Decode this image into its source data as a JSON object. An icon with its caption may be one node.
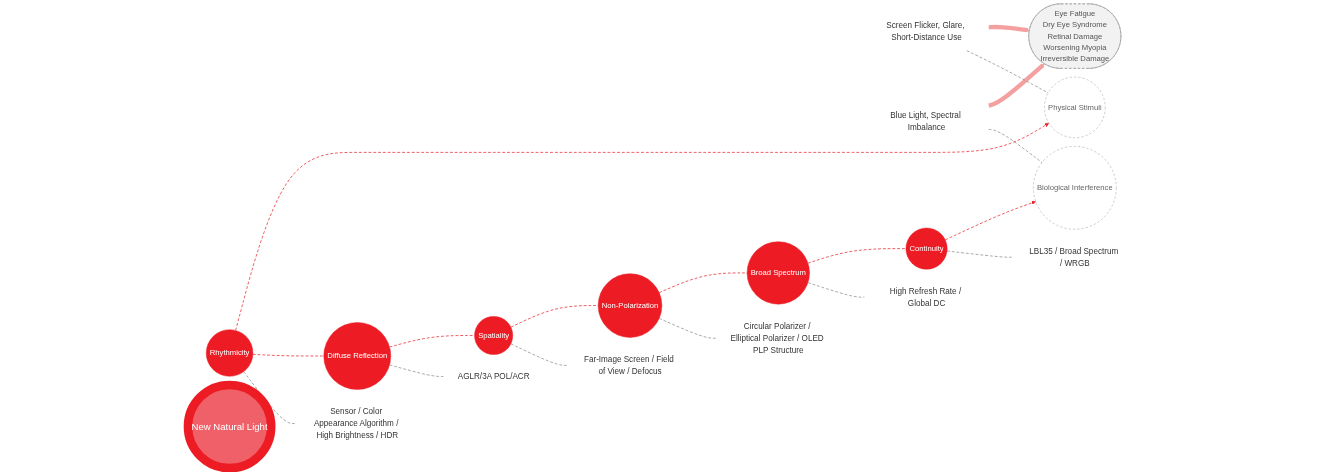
{
  "diagram": {
    "nodes": [
      {
        "text": [
          "Screen Flicker, Glare, Short-Distance Use"
        ]
      },
      {
        "text": [
          "Eye Fatigue",
          "Dry Eye Syndrome",
          "Retinal Damage",
          "Worsening Myopia",
          "Irreversible Damage"
        ]
      },
      {
        "text": [
          "Blue Light, Spectral Imbalance"
        ]
      },
      {
        "text": [
          "Physical Stimuli"
        ]
      },
      {
        "text": [
          "Biological Interference"
        ]
      },
      {
        "text": [
          "New Natural Light"
        ]
      },
      {
        "text": [
          "Rhythmicity"
        ]
      },
      {
        "text": [
          "Diffuse Reflection"
        ]
      },
      {
        "text": [
          "Spatiality"
        ]
      },
      {
        "text": [
          "Non-Polarization"
        ]
      },
      {
        "text": [
          "Broad Spectrum"
        ]
      },
      {
        "text": [
          "Continuity"
        ]
      },
      {
        "text": [
          "Sensor / Color Appearance Algorithm / High Brightness / HDR"
        ]
      },
      {
        "text": [
          "AGLR/3A POL/ACR"
        ]
      },
      {
        "text": [
          "Far-Image Screen / Field of View / Defocus"
        ]
      },
      {
        "text": [
          "Circular Polarizer / Elliptical Polarizer / OLED PLP Structure"
        ]
      },
      {
        "text": [
          "High Refresh Rate / Global DC"
        ]
      },
      {
        "text": [
          "LBL35 / Broad Spectrum / WRGB"
        ]
      }
    ],
    "edges": [
      {
        "from": 0,
        "to": 1,
        "arrow": "to",
        "style": "thick",
        "color": "#f4a0a0"
      },
      {
        "from": 2,
        "to": 1,
        "arrow": "to",
        "style": "thick",
        "color": "#f4a0a0"
      },
      {
        "from": 0,
        "to": 3,
        "arrow": "none",
        "style": "dashed"
      },
      {
        "from": 2,
        "to": 4,
        "arrow": "none",
        "style": "dashed"
      },
      {
        "from": 6,
        "to": 3,
        "arrow": "to",
        "style": "dashed",
        "color": "#e52129"
      },
      {
        "from": 6,
        "to": 7,
        "arrow": "none",
        "style": "dashed",
        "color": "#e52129"
      },
      {
        "from": 7,
        "to": 8,
        "arrow": "none",
        "style": "dashed",
        "color": "#e52129"
      },
      {
        "from": 8,
        "to": 9,
        "arrow": "none",
        "style": "dashed",
        "color": "#e52129"
      },
      {
        "from": 9,
        "to": 10,
        "arrow": "none",
        "style": "dashed",
        "color": "#e52129"
      },
      {
        "from": 10,
        "to": 11,
        "arrow": "none",
        "style": "dashed",
        "color": "#e52129"
      },
      {
        "from": 11,
        "to": 4,
        "arrow": "to",
        "style": "dashed",
        "color": "#e52129"
      },
      {
        "from": 6,
        "to": 12,
        "arrow": "none",
        "style": "dashed"
      },
      {
        "from": 7,
        "to": 13,
        "arrow": "none",
        "style": "dashed"
      },
      {
        "from": 8,
        "to": 14,
        "arrow": "none",
        "style": "dashed"
      },
      {
        "from": 9,
        "to": 15,
        "arrow": "none",
        "style": "dashed"
      },
      {
        "from": 10,
        "to": 16,
        "arrow": "none",
        "style": "dashed"
      },
      {
        "from": 11,
        "to": 17,
        "arrow": "none",
        "style": "dashed"
      }
    ]
  }
}
